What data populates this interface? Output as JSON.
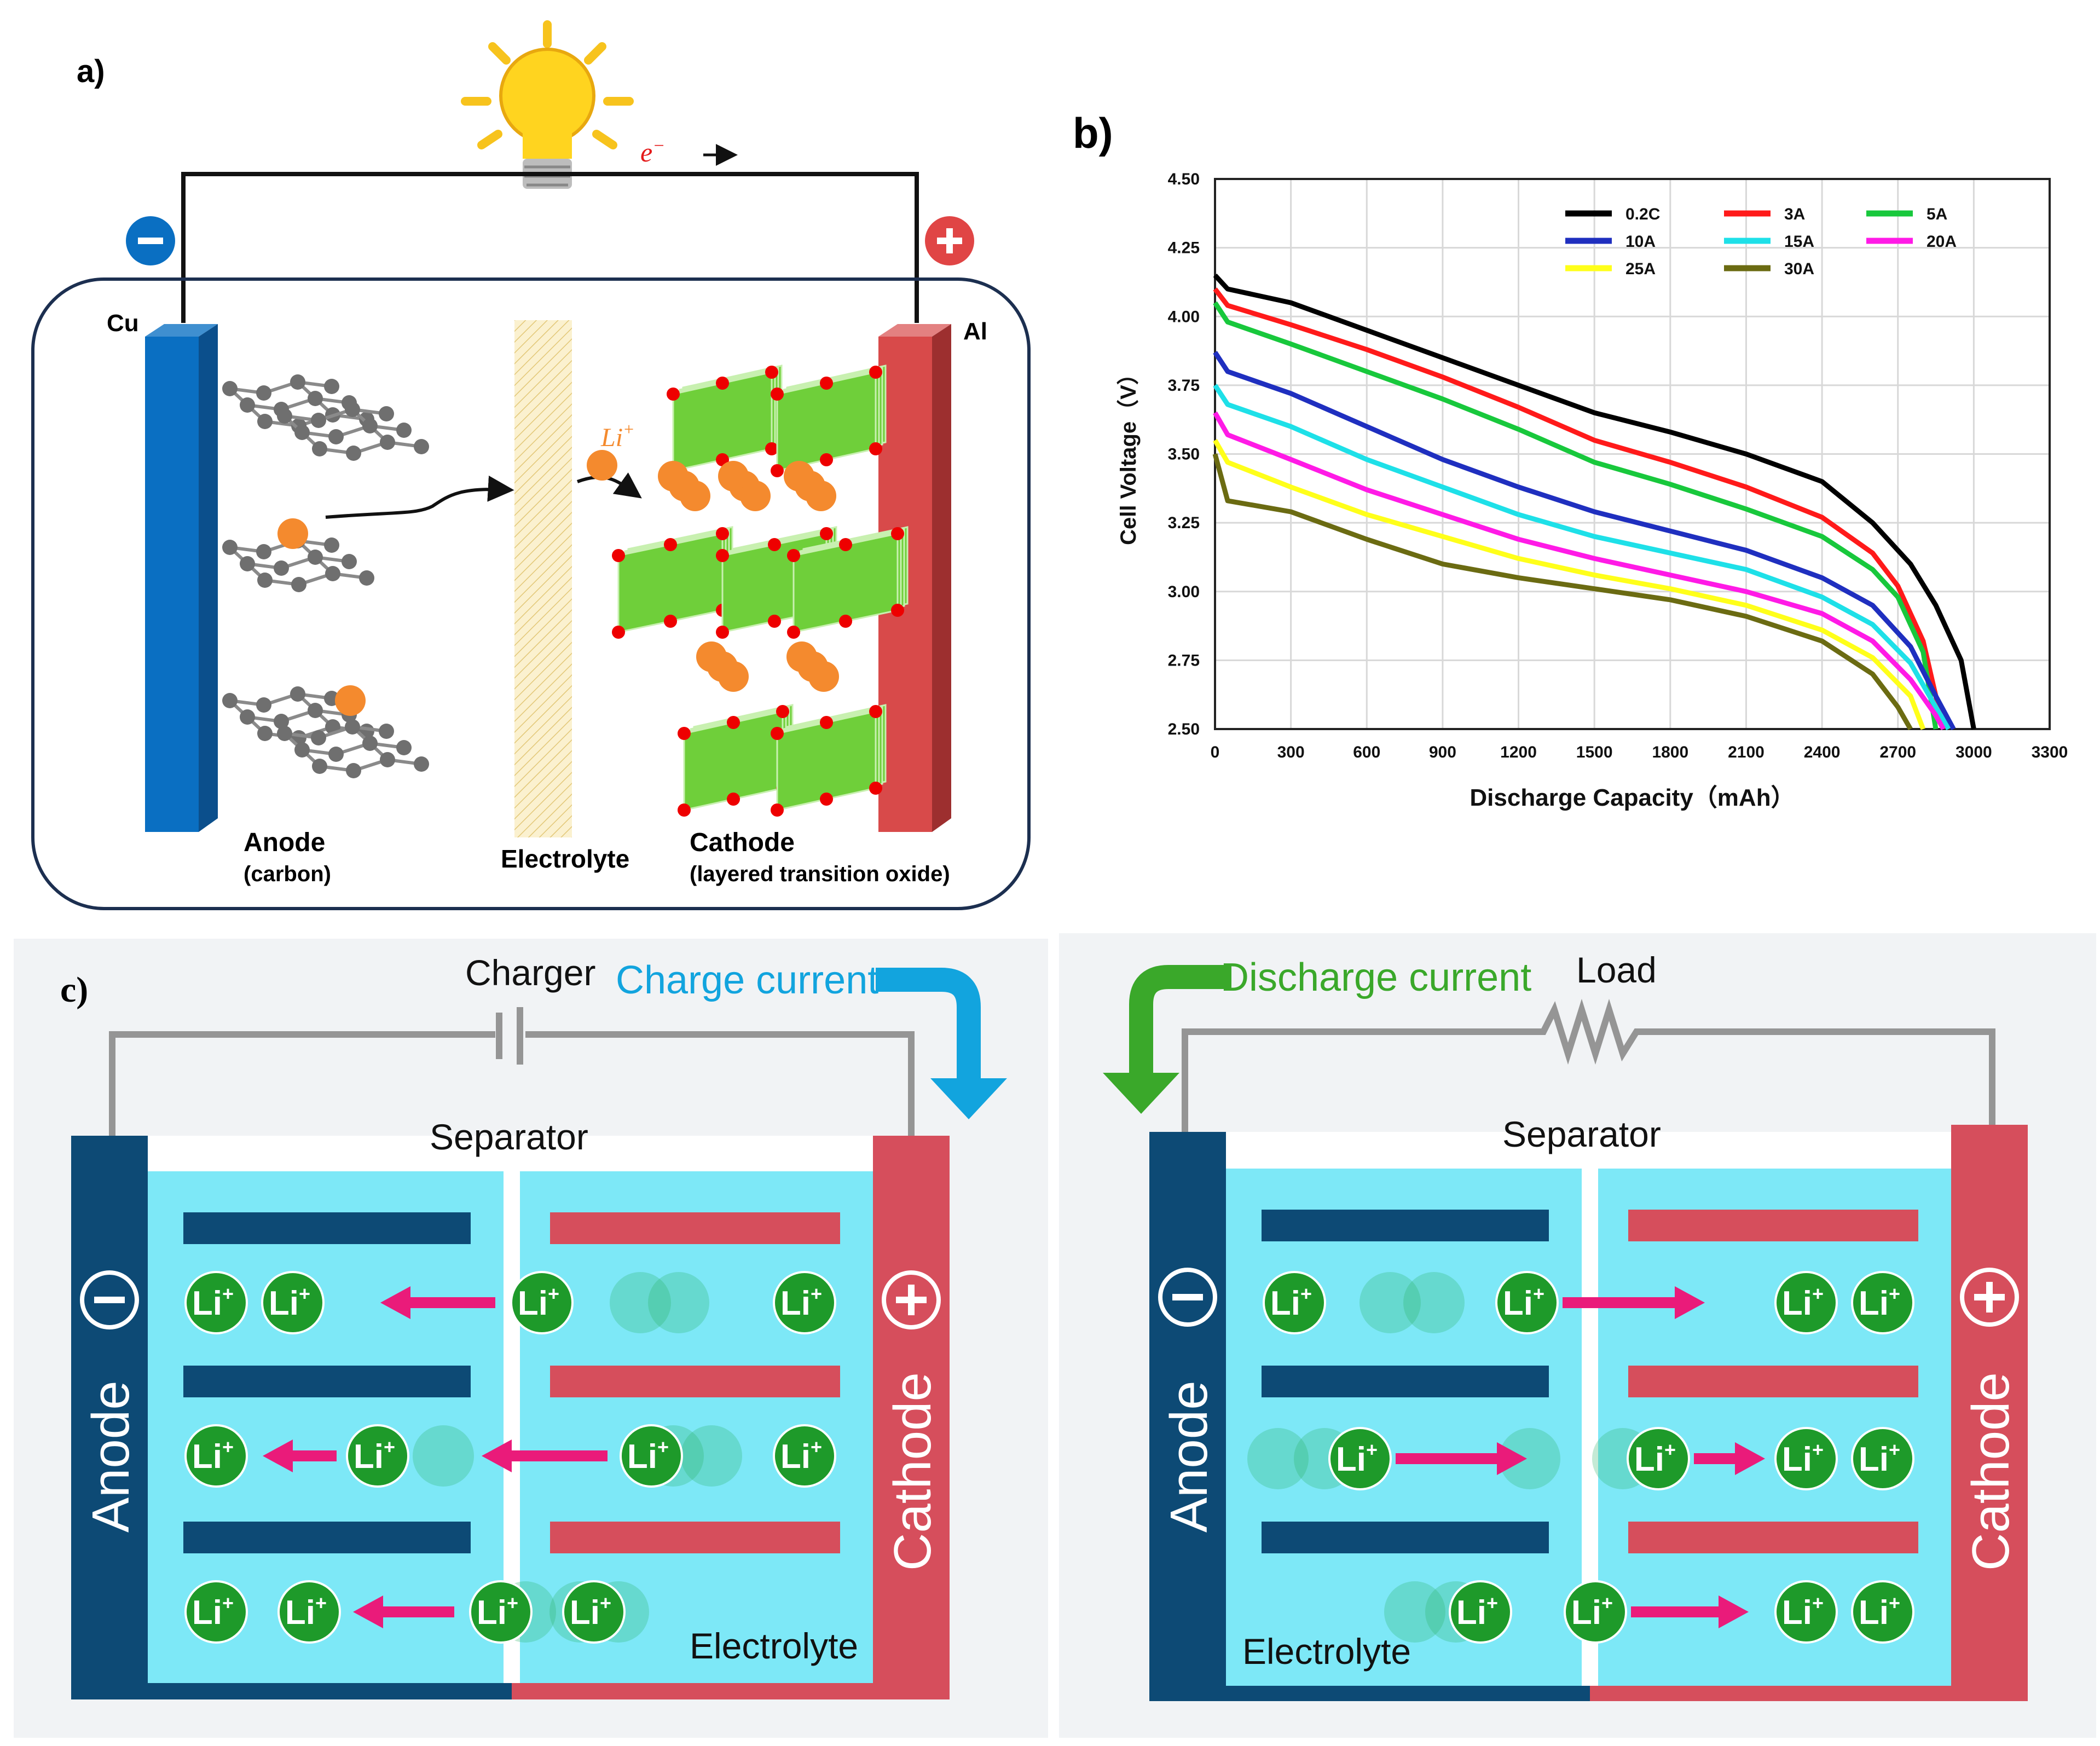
{
  "panel_a": {
    "label": "a)",
    "electron": "e",
    "electron_sup": "−",
    "minus": "−",
    "plus": "+",
    "cu": "Cu",
    "al": "Al",
    "li": "Li",
    "li_sup": "+",
    "anode": "Anode",
    "anode_sub": "(carbon)",
    "electrolyte": "Electrolyte",
    "cathode": "Cathode",
    "cathode_sub": "(layered transition oxide)"
  },
  "panel_b": {
    "label": "b)"
  },
  "chart_data": {
    "type": "line",
    "title": "",
    "xlabel": "Discharge Capacity（mAh）",
    "ylabel": "Cell Voltage（V）",
    "xlim": [
      0,
      3300
    ],
    "ylim": [
      2.5,
      4.5
    ],
    "x_ticks": [
      "0",
      "300",
      "600",
      "900",
      "1200",
      "1500",
      "1800",
      "2100",
      "2400",
      "2700",
      "3000",
      "3300"
    ],
    "y_ticks": [
      "2.50",
      "2.75",
      "3.00",
      "3.25",
      "3.50",
      "3.75",
      "4.00",
      "4.25",
      "4.50"
    ],
    "grid": true,
    "legend_position": "top-right",
    "series": [
      {
        "name": "0.2C",
        "color": "#000000",
        "points": [
          [
            0,
            4.15
          ],
          [
            50,
            4.1
          ],
          [
            300,
            4.05
          ],
          [
            600,
            3.95
          ],
          [
            900,
            3.85
          ],
          [
            1200,
            3.75
          ],
          [
            1500,
            3.65
          ],
          [
            1800,
            3.58
          ],
          [
            2100,
            3.5
          ],
          [
            2400,
            3.4
          ],
          [
            2600,
            3.25
          ],
          [
            2750,
            3.1
          ],
          [
            2850,
            2.95
          ],
          [
            2950,
            2.75
          ],
          [
            3000,
            2.5
          ]
        ]
      },
      {
        "name": "3A",
        "color": "#ff1a1a",
        "points": [
          [
            0,
            4.1
          ],
          [
            50,
            4.04
          ],
          [
            300,
            3.97
          ],
          [
            600,
            3.88
          ],
          [
            900,
            3.78
          ],
          [
            1200,
            3.67
          ],
          [
            1500,
            3.55
          ],
          [
            1800,
            3.47
          ],
          [
            2100,
            3.38
          ],
          [
            2400,
            3.27
          ],
          [
            2600,
            3.14
          ],
          [
            2700,
            3.02
          ],
          [
            2800,
            2.82
          ],
          [
            2880,
            2.5
          ]
        ]
      },
      {
        "name": "5A",
        "color": "#18c83c",
        "points": [
          [
            0,
            4.05
          ],
          [
            50,
            3.98
          ],
          [
            300,
            3.9
          ],
          [
            600,
            3.8
          ],
          [
            900,
            3.7
          ],
          [
            1200,
            3.59
          ],
          [
            1500,
            3.47
          ],
          [
            1800,
            3.39
          ],
          [
            2100,
            3.3
          ],
          [
            2400,
            3.2
          ],
          [
            2600,
            3.08
          ],
          [
            2700,
            2.98
          ],
          [
            2800,
            2.78
          ],
          [
            2850,
            2.5
          ]
        ]
      },
      {
        "name": "10A",
        "color": "#1f2fbf",
        "points": [
          [
            0,
            3.87
          ],
          [
            50,
            3.8
          ],
          [
            300,
            3.72
          ],
          [
            600,
            3.6
          ],
          [
            900,
            3.48
          ],
          [
            1200,
            3.38
          ],
          [
            1500,
            3.29
          ],
          [
            1800,
            3.22
          ],
          [
            2100,
            3.15
          ],
          [
            2400,
            3.05
          ],
          [
            2600,
            2.95
          ],
          [
            2750,
            2.8
          ],
          [
            2850,
            2.62
          ],
          [
            2920,
            2.5
          ]
        ]
      },
      {
        "name": "15A",
        "color": "#1ee0e8",
        "points": [
          [
            0,
            3.75
          ],
          [
            50,
            3.68
          ],
          [
            300,
            3.6
          ],
          [
            600,
            3.48
          ],
          [
            900,
            3.38
          ],
          [
            1200,
            3.28
          ],
          [
            1500,
            3.2
          ],
          [
            1800,
            3.14
          ],
          [
            2100,
            3.08
          ],
          [
            2400,
            2.98
          ],
          [
            2600,
            2.88
          ],
          [
            2750,
            2.74
          ],
          [
            2850,
            2.58
          ],
          [
            2900,
            2.5
          ]
        ]
      },
      {
        "name": "20A",
        "color": "#ff1ae6",
        "points": [
          [
            0,
            3.65
          ],
          [
            50,
            3.57
          ],
          [
            300,
            3.48
          ],
          [
            600,
            3.37
          ],
          [
            900,
            3.28
          ],
          [
            1200,
            3.19
          ],
          [
            1500,
            3.12
          ],
          [
            1800,
            3.06
          ],
          [
            2100,
            3.0
          ],
          [
            2400,
            2.92
          ],
          [
            2600,
            2.82
          ],
          [
            2750,
            2.68
          ],
          [
            2850,
            2.55
          ],
          [
            2880,
            2.5
          ]
        ]
      },
      {
        "name": "25A",
        "color": "#ffff1a",
        "points": [
          [
            0,
            3.55
          ],
          [
            50,
            3.47
          ],
          [
            300,
            3.38
          ],
          [
            600,
            3.28
          ],
          [
            900,
            3.2
          ],
          [
            1200,
            3.12
          ],
          [
            1500,
            3.06
          ],
          [
            1800,
            3.01
          ],
          [
            2100,
            2.95
          ],
          [
            2400,
            2.86
          ],
          [
            2600,
            2.76
          ],
          [
            2750,
            2.62
          ],
          [
            2800,
            2.5
          ]
        ]
      },
      {
        "name": "30A",
        "color": "#6b6b12",
        "points": [
          [
            0,
            3.5
          ],
          [
            50,
            3.33
          ],
          [
            300,
            3.29
          ],
          [
            600,
            3.19
          ],
          [
            900,
            3.1
          ],
          [
            1200,
            3.05
          ],
          [
            1500,
            3.01
          ],
          [
            1800,
            2.97
          ],
          [
            2100,
            2.91
          ],
          [
            2400,
            2.82
          ],
          [
            2600,
            2.7
          ],
          [
            2700,
            2.58
          ],
          [
            2750,
            2.5
          ]
        ]
      }
    ]
  },
  "panel_c": {
    "label": "c)",
    "charger": "Charger",
    "charge_current": "Charge current",
    "discharge_current": "Discharge current",
    "load": "Load",
    "separator": "Separator",
    "electrolyte": "Electrolyte",
    "anode": "Anode",
    "cathode": "Cathode",
    "minus": "−",
    "plus": "+",
    "li": "Li",
    "li_sup": "+"
  },
  "colors": {
    "anode_blue": "#0a6fc2",
    "cathode_red": "#d84a4a",
    "graphene_gray": "#6f6f6f",
    "li_orange": "#f48a2e",
    "oxide_green": "#6fcf3a",
    "oxygen_red": "#ee0000",
    "c_anode_navy": "#0d4a75",
    "c_cathode_red": "#d64e5c",
    "c_electrolyte": "#7de8f7",
    "c_li_green": "#1e9a2a",
    "arrow_pink": "#ea1b7a",
    "charge_arrow": "#12a4de",
    "discharge_arrow": "#3aa82a"
  }
}
